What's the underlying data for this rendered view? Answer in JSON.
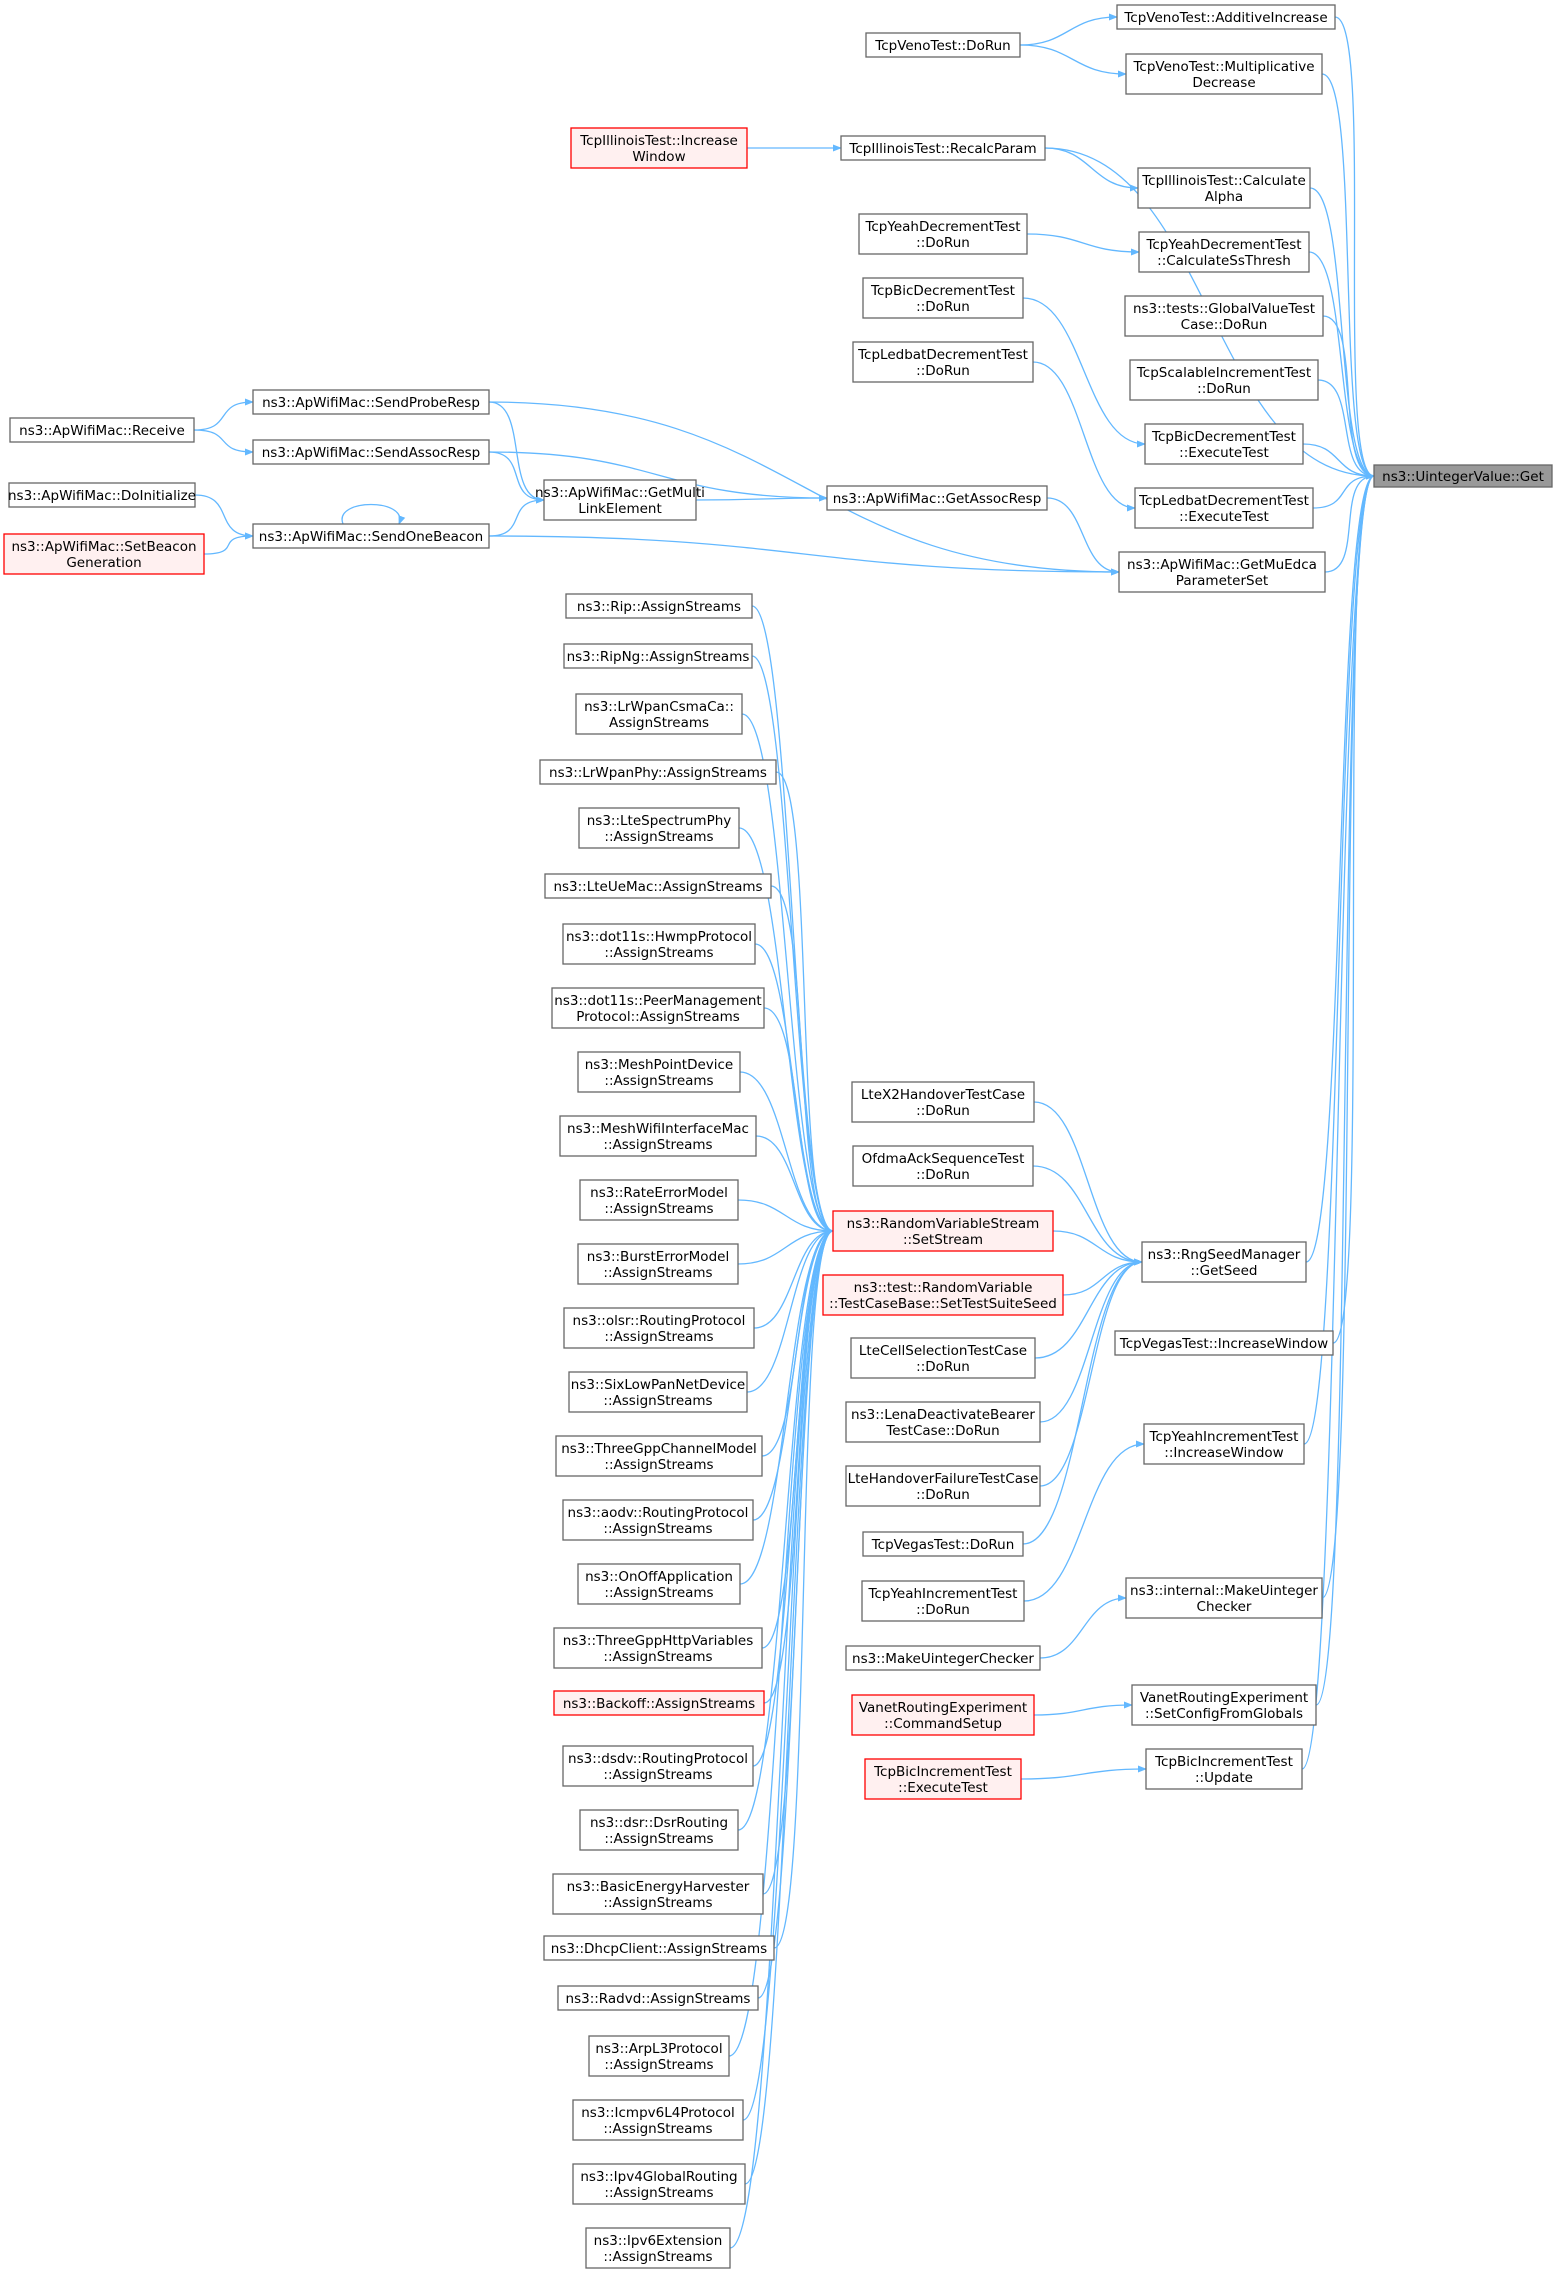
{
  "nodes": [
    {
      "id": "target",
      "lines": [
        "ns3::UintegerValue::Get"
      ],
      "style": "target"
    },
    {
      "id": "vai",
      "lines": [
        "TcpVenoTest::AdditiveIncrease"
      ],
      "style": "normal"
    },
    {
      "id": "vdr",
      "lines": [
        "TcpVenoTest::DoRun"
      ],
      "style": "normal"
    },
    {
      "id": "vmd",
      "lines": [
        "TcpVenoTest::Multiplicative",
        "Decrease"
      ],
      "style": "normal"
    },
    {
      "id": "iiw",
      "lines": [
        "TcpIllinoisTest::Increase",
        "Window"
      ],
      "style": "red"
    },
    {
      "id": "irp",
      "lines": [
        "TcpIllinoisTest::RecalcParam"
      ],
      "style": "normal"
    },
    {
      "id": "ica",
      "lines": [
        "TcpIllinoisTest::Calculate",
        "Alpha"
      ],
      "style": "normal"
    },
    {
      "id": "ydr",
      "lines": [
        "TcpYeahDecrementTest",
        "::DoRun"
      ],
      "style": "normal"
    },
    {
      "id": "ycs",
      "lines": [
        "TcpYeahDecrementTest",
        "::CalculateSsThresh"
      ],
      "style": "normal"
    },
    {
      "id": "bdr",
      "lines": [
        "TcpBicDecrementTest",
        "::DoRun"
      ],
      "style": "normal"
    },
    {
      "id": "gvt",
      "lines": [
        "ns3::tests::GlobalValueTest",
        "Case::DoRun"
      ],
      "style": "normal"
    },
    {
      "id": "ldr",
      "lines": [
        "TcpLedbatDecrementTest",
        "::DoRun"
      ],
      "style": "normal"
    },
    {
      "id": "sid",
      "lines": [
        "TcpScalableIncrementTest",
        "::DoRun"
      ],
      "style": "normal"
    },
    {
      "id": "bde",
      "lines": [
        "TcpBicDecrementTest",
        "::ExecuteTest"
      ],
      "style": "normal"
    },
    {
      "id": "lde",
      "lines": [
        "TcpLedbatDecrementTest",
        "::ExecuteTest"
      ],
      "style": "normal"
    },
    {
      "id": "spr",
      "lines": [
        "ns3::ApWifiMac::SendProbeResp"
      ],
      "style": "normal"
    },
    {
      "id": "rcv",
      "lines": [
        "ns3::ApWifiMac::Receive"
      ],
      "style": "normal"
    },
    {
      "id": "sar",
      "lines": [
        "ns3::ApWifiMac::SendAssocResp"
      ],
      "style": "normal"
    },
    {
      "id": "gml",
      "lines": [
        "ns3::ApWifiMac::GetMulti",
        "LinkElement"
      ],
      "style": "normal"
    },
    {
      "id": "gar",
      "lines": [
        "ns3::ApWifiMac::GetAssocResp"
      ],
      "style": "normal"
    },
    {
      "id": "din",
      "lines": [
        "ns3::ApWifiMac::DoInitialize"
      ],
      "style": "normal"
    },
    {
      "id": "sob",
      "lines": [
        "ns3::ApWifiMac::SendOneBeacon"
      ],
      "style": "normal"
    },
    {
      "id": "sbg",
      "lines": [
        "ns3::ApWifiMac::SetBeacon",
        "Generation"
      ],
      "style": "red"
    },
    {
      "id": "gmu",
      "lines": [
        "ns3::ApWifiMac::GetMuEdca",
        "ParameterSet"
      ],
      "style": "normal"
    },
    {
      "id": "s0",
      "lines": [
        "ns3::Rip::AssignStreams"
      ],
      "style": "normal"
    },
    {
      "id": "s1",
      "lines": [
        "ns3::RipNg::AssignStreams"
      ],
      "style": "normal"
    },
    {
      "id": "s2",
      "lines": [
        "ns3::LrWpanCsmaCa::",
        "AssignStreams"
      ],
      "style": "normal"
    },
    {
      "id": "s3",
      "lines": [
        "ns3::LrWpanPhy::AssignStreams"
      ],
      "style": "normal"
    },
    {
      "id": "s4",
      "lines": [
        "ns3::LteSpectrumPhy",
        "::AssignStreams"
      ],
      "style": "normal"
    },
    {
      "id": "s5",
      "lines": [
        "ns3::LteUeMac::AssignStreams"
      ],
      "style": "normal"
    },
    {
      "id": "s6",
      "lines": [
        "ns3::dot11s::HwmpProtocol",
        "::AssignStreams"
      ],
      "style": "normal"
    },
    {
      "id": "s7",
      "lines": [
        "ns3::dot11s::PeerManagement",
        "Protocol::AssignStreams"
      ],
      "style": "normal"
    },
    {
      "id": "s8",
      "lines": [
        "ns3::MeshPointDevice",
        "::AssignStreams"
      ],
      "style": "normal"
    },
    {
      "id": "s9",
      "lines": [
        "ns3::MeshWifiInterfaceMac",
        "::AssignStreams"
      ],
      "style": "normal"
    },
    {
      "id": "s10",
      "lines": [
        "ns3::RateErrorModel",
        "::AssignStreams"
      ],
      "style": "normal"
    },
    {
      "id": "s11",
      "lines": [
        "ns3::BurstErrorModel",
        "::AssignStreams"
      ],
      "style": "normal"
    },
    {
      "id": "s12",
      "lines": [
        "ns3::olsr::RoutingProtocol",
        "::AssignStreams"
      ],
      "style": "normal"
    },
    {
      "id": "s13",
      "lines": [
        "ns3::SixLowPanNetDevice",
        "::AssignStreams"
      ],
      "style": "normal"
    },
    {
      "id": "s14",
      "lines": [
        "ns3::ThreeGppChannelModel",
        "::AssignStreams"
      ],
      "style": "normal"
    },
    {
      "id": "s15",
      "lines": [
        "ns3::aodv::RoutingProtocol",
        "::AssignStreams"
      ],
      "style": "normal"
    },
    {
      "id": "s16",
      "lines": [
        "ns3::OnOffApplication",
        "::AssignStreams"
      ],
      "style": "normal"
    },
    {
      "id": "s17",
      "lines": [
        "ns3::ThreeGppHttpVariables",
        "::AssignStreams"
      ],
      "style": "normal"
    },
    {
      "id": "s18",
      "lines": [
        "ns3::Backoff::AssignStreams"
      ],
      "style": "red"
    },
    {
      "id": "s19",
      "lines": [
        "ns3::dsdv::RoutingProtocol",
        "::AssignStreams"
      ],
      "style": "normal"
    },
    {
      "id": "s20",
      "lines": [
        "ns3::dsr::DsrRouting",
        "::AssignStreams"
      ],
      "style": "normal"
    },
    {
      "id": "s21",
      "lines": [
        "ns3::BasicEnergyHarvester",
        "::AssignStreams"
      ],
      "style": "normal"
    },
    {
      "id": "s22",
      "lines": [
        "ns3::DhcpClient::AssignStreams"
      ],
      "style": "normal"
    },
    {
      "id": "s23",
      "lines": [
        "ns3::Radvd::AssignStreams"
      ],
      "style": "normal"
    },
    {
      "id": "s24",
      "lines": [
        "ns3::ArpL3Protocol",
        "::AssignStreams"
      ],
      "style": "normal"
    },
    {
      "id": "s25",
      "lines": [
        "ns3::Icmpv6L4Protocol",
        "::AssignStreams"
      ],
      "style": "normal"
    },
    {
      "id": "s26",
      "lines": [
        "ns3::Ipv4GlobalRouting",
        "::AssignStreams"
      ],
      "style": "normal"
    },
    {
      "id": "s27",
      "lines": [
        "ns3::Ipv6Extension",
        "::AssignStreams"
      ],
      "style": "normal"
    },
    {
      "id": "rvs",
      "lines": [
        "ns3::RandomVariableStream",
        "::SetStream"
      ],
      "style": "red"
    },
    {
      "id": "tss",
      "lines": [
        "ns3::test::RandomVariable",
        "::TestCaseBase::SetTestSuiteSeed"
      ],
      "style": "red"
    },
    {
      "id": "x2h",
      "lines": [
        "LteX2HandoverTestCase",
        "::DoRun"
      ],
      "style": "normal"
    },
    {
      "id": "oas",
      "lines": [
        "OfdmaAckSequenceTest",
        "::DoRun"
      ],
      "style": "normal"
    },
    {
      "id": "lcs",
      "lines": [
        "LteCellSelectionTestCase",
        "::DoRun"
      ],
      "style": "normal"
    },
    {
      "id": "ldb",
      "lines": [
        "ns3::LenaDeactivateBearer",
        "TestCase::DoRun"
      ],
      "style": "normal"
    },
    {
      "id": "lhf",
      "lines": [
        "LteHandoverFailureTestCase",
        "::DoRun"
      ],
      "style": "normal"
    },
    {
      "id": "vgd",
      "lines": [
        "TcpVegasTest::DoRun"
      ],
      "style": "normal"
    },
    {
      "id": "yid",
      "lines": [
        "TcpYeahIncrementTest",
        "::DoRun"
      ],
      "style": "normal"
    },
    {
      "id": "muc",
      "lines": [
        "ns3::MakeUintegerChecker"
      ],
      "style": "normal"
    },
    {
      "id": "vcs",
      "lines": [
        "VanetRoutingExperiment",
        "::CommandSetup"
      ],
      "style": "red"
    },
    {
      "id": "bie",
      "lines": [
        "TcpBicIncrementTest",
        "::ExecuteTest"
      ],
      "style": "red"
    },
    {
      "id": "rsg",
      "lines": [
        "ns3::RngSeedManager",
        "::GetSeed"
      ],
      "style": "normal"
    },
    {
      "id": "vgi",
      "lines": [
        "TcpVegasTest::IncreaseWindow"
      ],
      "style": "normal"
    },
    {
      "id": "yiw",
      "lines": [
        "TcpYeahIncrementTest",
        "::IncreaseWindow"
      ],
      "style": "normal"
    },
    {
      "id": "miu",
      "lines": [
        "ns3::internal::MakeUinteger",
        "Checker"
      ],
      "style": "normal"
    },
    {
      "id": "vsc",
      "lines": [
        "VanetRoutingExperiment",
        "::SetConfigFromGlobals"
      ],
      "style": "normal"
    },
    {
      "id": "biu",
      "lines": [
        "TcpBicIncrementTest",
        "::Update"
      ],
      "style": "normal"
    }
  ],
  "edges": [
    [
      "vdr",
      "vai"
    ],
    [
      "vdr",
      "vmd"
    ],
    [
      "iiw",
      "irp"
    ],
    [
      "irp",
      "ica"
    ],
    [
      "ydr",
      "ycs"
    ],
    [
      "bdr",
      "bde"
    ],
    [
      "ldr",
      "lde"
    ],
    [
      "rcv",
      "spr"
    ],
    [
      "rcv",
      "sar"
    ],
    [
      "spr",
      "gml"
    ],
    [
      "sar",
      "gml"
    ],
    [
      "sob",
      "gml"
    ],
    [
      "sob",
      "sob"
    ],
    [
      "din",
      "sob"
    ],
    [
      "sbg",
      "sob"
    ],
    [
      "gml",
      "gar"
    ],
    [
      "sar",
      "gar"
    ],
    [
      "gar",
      "gmu"
    ],
    [
      "spr",
      "gmu"
    ],
    [
      "sob",
      "gmu"
    ],
    [
      "vai",
      "target"
    ],
    [
      "vmd",
      "target"
    ],
    [
      "irp",
      "target"
    ],
    [
      "ica",
      "target"
    ],
    [
      "ycs",
      "target"
    ],
    [
      "gvt",
      "target"
    ],
    [
      "sid",
      "target"
    ],
    [
      "bde",
      "target"
    ],
    [
      "lde",
      "target"
    ],
    [
      "gmu",
      "target"
    ],
    [
      "rsg",
      "target"
    ],
    [
      "vgi",
      "target"
    ],
    [
      "yiw",
      "target"
    ],
    [
      "miu",
      "target"
    ],
    [
      "vsc",
      "target"
    ],
    [
      "biu",
      "target"
    ],
    [
      "s0",
      "rvs"
    ],
    [
      "s1",
      "rvs"
    ],
    [
      "s2",
      "rvs"
    ],
    [
      "s3",
      "rvs"
    ],
    [
      "s4",
      "rvs"
    ],
    [
      "s5",
      "rvs"
    ],
    [
      "s6",
      "rvs"
    ],
    [
      "s7",
      "rvs"
    ],
    [
      "s8",
      "rvs"
    ],
    [
      "s9",
      "rvs"
    ],
    [
      "s10",
      "rvs"
    ],
    [
      "s11",
      "rvs"
    ],
    [
      "s12",
      "rvs"
    ],
    [
      "s13",
      "rvs"
    ],
    [
      "s14",
      "rvs"
    ],
    [
      "s15",
      "rvs"
    ],
    [
      "s16",
      "rvs"
    ],
    [
      "s17",
      "rvs"
    ],
    [
      "s18",
      "rvs"
    ],
    [
      "s19",
      "rvs"
    ],
    [
      "s20",
      "rvs"
    ],
    [
      "s21",
      "rvs"
    ],
    [
      "s22",
      "rvs"
    ],
    [
      "s23",
      "rvs"
    ],
    [
      "s24",
      "rvs"
    ],
    [
      "s25",
      "rvs"
    ],
    [
      "s26",
      "rvs"
    ],
    [
      "s27",
      "rvs"
    ],
    [
      "rvs",
      "rsg"
    ],
    [
      "tss",
      "rsg"
    ],
    [
      "x2h",
      "rsg"
    ],
    [
      "oas",
      "rsg"
    ],
    [
      "lcs",
      "rsg"
    ],
    [
      "ldb",
      "rsg"
    ],
    [
      "lhf",
      "rsg"
    ],
    [
      "vgd",
      "rsg"
    ],
    [
      "yid",
      "yiw"
    ],
    [
      "muc",
      "miu"
    ],
    [
      "vcs",
      "vsc"
    ],
    [
      "bie",
      "biu"
    ]
  ]
}
